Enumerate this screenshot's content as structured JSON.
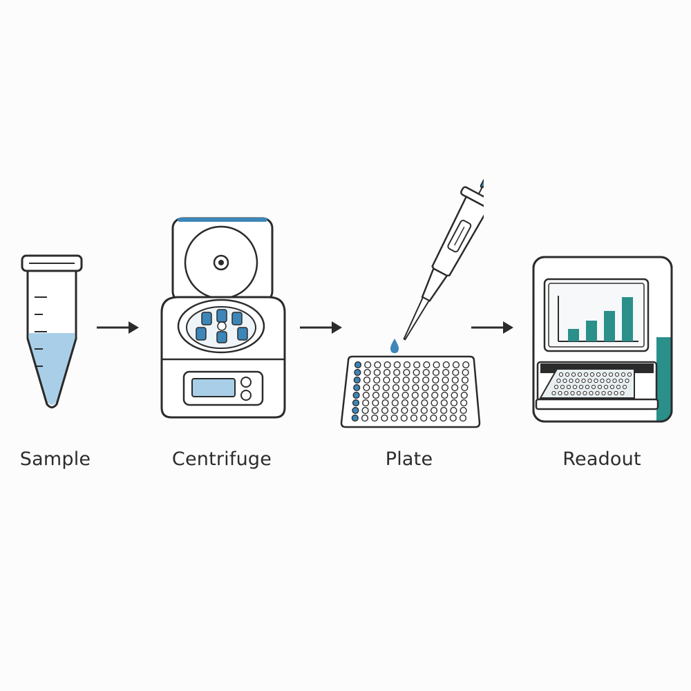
{
  "steps": [
    {
      "label": "Sample",
      "icon": "sample-tube-icon"
    },
    {
      "label": "Centrifuge",
      "icon": "centrifuge-icon"
    },
    {
      "label": "Plate",
      "icon": "pipette-and-well-plate-icon"
    },
    {
      "label": "Readout",
      "icon": "plate-reader-icon"
    }
  ],
  "arrows": [
    "arrow-right-icon",
    "arrow-right-icon",
    "arrow-right-icon"
  ],
  "colors": {
    "outline": "#2b2b2b",
    "liquid": "#a9cfe8",
    "accent_blue": "#3d86b8",
    "accent_teal": "#2b8f8a",
    "background": "#fcfcfc"
  }
}
